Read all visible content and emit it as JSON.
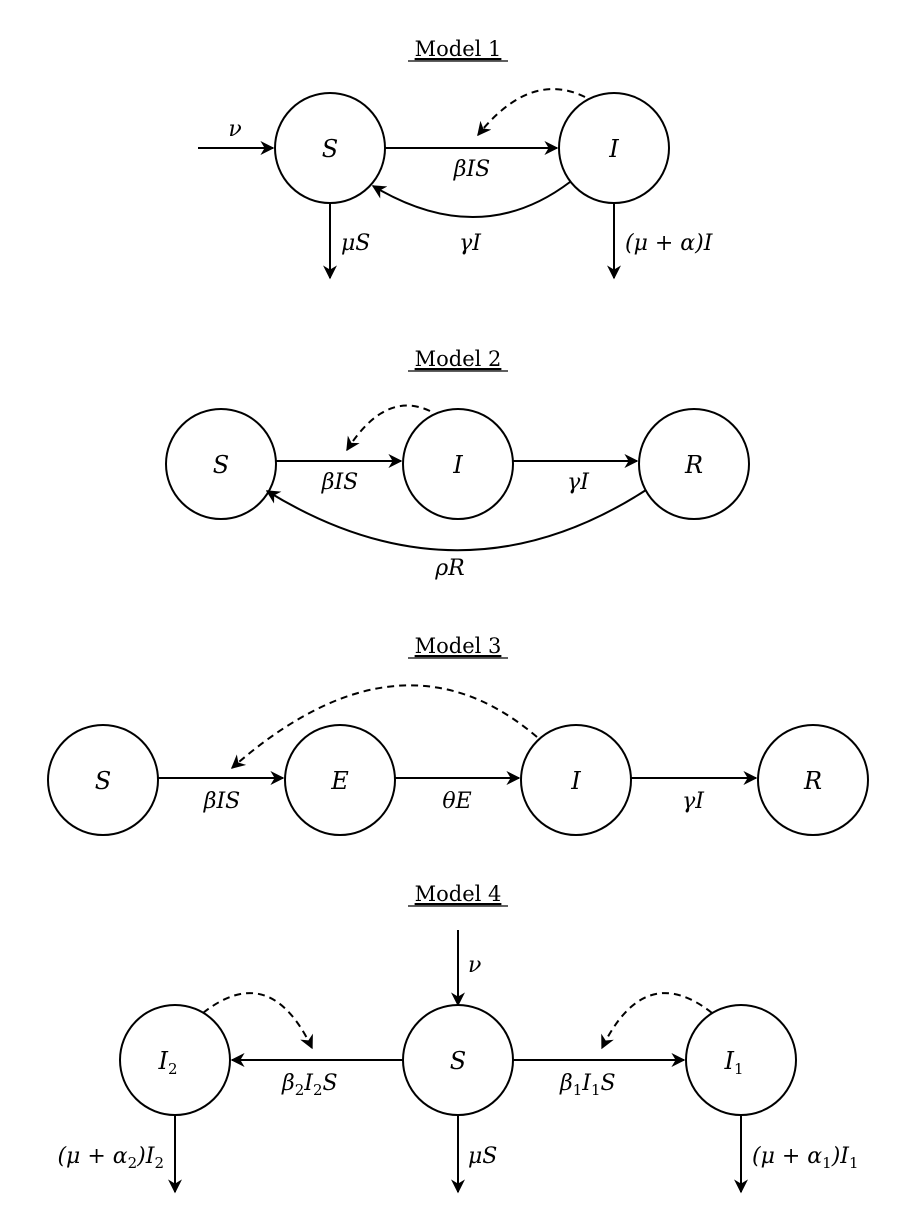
{
  "diagram": {
    "type": "compartmental-epidemic-models",
    "models": [
      {
        "title": "Model 1",
        "nodes": [
          {
            "id": "S",
            "label": "S"
          },
          {
            "id": "I",
            "label": "I"
          }
        ],
        "edges": [
          {
            "from": "in",
            "to": "S",
            "label": "ν",
            "style": "solid"
          },
          {
            "from": "S",
            "to": "I",
            "label": "βIS",
            "style": "solid"
          },
          {
            "from": "I",
            "to": "S",
            "label": "γI",
            "style": "solid-curved"
          },
          {
            "from": "S",
            "to": "out",
            "label": "μS",
            "style": "solid"
          },
          {
            "from": "I",
            "to": "out",
            "label": "(μ + α)I",
            "style": "solid"
          },
          {
            "from": "I",
            "to": "edge:S-I",
            "label": "",
            "style": "dashed"
          }
        ]
      },
      {
        "title": "Model 2",
        "nodes": [
          {
            "id": "S",
            "label": "S"
          },
          {
            "id": "I",
            "label": "I"
          },
          {
            "id": "R",
            "label": "R"
          }
        ],
        "edges": [
          {
            "from": "S",
            "to": "I",
            "label": "βIS",
            "style": "solid"
          },
          {
            "from": "I",
            "to": "R",
            "label": "γI",
            "style": "solid"
          },
          {
            "from": "R",
            "to": "S",
            "label": "ρR",
            "style": "solid-curved"
          },
          {
            "from": "I",
            "to": "edge:S-I",
            "label": "",
            "style": "dashed"
          }
        ]
      },
      {
        "title": "Model 3",
        "nodes": [
          {
            "id": "S",
            "label": "S"
          },
          {
            "id": "E",
            "label": "E"
          },
          {
            "id": "I",
            "label": "I"
          },
          {
            "id": "R",
            "label": "R"
          }
        ],
        "edges": [
          {
            "from": "S",
            "to": "E",
            "label": "βIS",
            "style": "solid"
          },
          {
            "from": "E",
            "to": "I",
            "label": "θE",
            "style": "solid"
          },
          {
            "from": "I",
            "to": "R",
            "label": "γI",
            "style": "solid"
          },
          {
            "from": "I",
            "to": "edge:S-E",
            "label": "",
            "style": "dashed"
          }
        ]
      },
      {
        "title": "Model 4",
        "nodes": [
          {
            "id": "I2",
            "label": "I",
            "sub": "2"
          },
          {
            "id": "S",
            "label": "S"
          },
          {
            "id": "I1",
            "label": "I",
            "sub": "1"
          }
        ],
        "edges": [
          {
            "from": "in",
            "to": "S",
            "label": "ν",
            "style": "solid"
          },
          {
            "from": "S",
            "to": "I2",
            "label": "β₂I₂S",
            "style": "solid"
          },
          {
            "from": "S",
            "to": "I1",
            "label": "β₁I₁S",
            "style": "solid"
          },
          {
            "from": "I2",
            "to": "out",
            "label": "(μ + α₂)I₂",
            "style": "solid"
          },
          {
            "from": "S",
            "to": "out",
            "label": "μS",
            "style": "solid"
          },
          {
            "from": "I1",
            "to": "out",
            "label": "(μ + α₁)I₁",
            "style": "solid"
          },
          {
            "from": "I2",
            "to": "edge:S-I2",
            "label": "",
            "style": "dashed"
          },
          {
            "from": "I1",
            "to": "edge:S-I1",
            "label": "",
            "style": "dashed"
          }
        ]
      }
    ]
  },
  "m1": {
    "title": "Model 1",
    "S": "S",
    "I": "I",
    "nu": "ν",
    "beta": "βIS",
    "gamma": "γI",
    "muS": "μS",
    "muAlpha": "(μ + α)I"
  },
  "m2": {
    "title": "Model 2",
    "S": "S",
    "I": "I",
    "R": "R",
    "beta": "βIS",
    "gamma": "γI",
    "rho": "ρR"
  },
  "m3": {
    "title": "Model 3",
    "S": "S",
    "E": "E",
    "I": "I",
    "R": "R",
    "beta": "βIS",
    "theta": "θE",
    "gamma": "γI"
  },
  "m4": {
    "title": "Model 4",
    "S": "S",
    "I2": "I",
    "I2sub": "2",
    "I1": "I",
    "I1sub": "1",
    "nu": "ν",
    "beta2_a": "β",
    "beta2_s1": "2",
    "beta2_b": "I",
    "beta2_s2": "2",
    "beta2_c": "S",
    "beta1_a": "β",
    "beta1_s1": "1",
    "beta1_b": "I",
    "beta1_s2": "1",
    "beta1_c": "S",
    "out2_a": "(μ + α",
    "out2_s1": "2",
    "out2_b": ")I",
    "out2_s2": "2",
    "muS": "μS",
    "out1_a": "(μ + α",
    "out1_s1": "1",
    "out1_b": ")I",
    "out1_s2": "1"
  }
}
